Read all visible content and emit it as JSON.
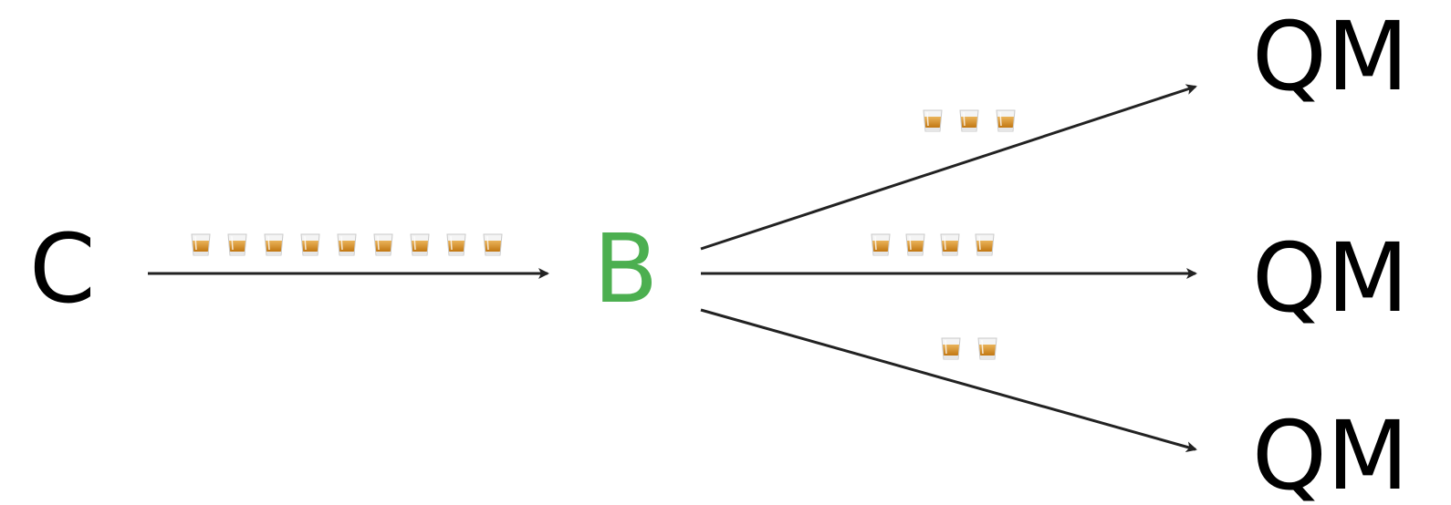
{
  "nodes": {
    "source": {
      "label": "C",
      "color": "#000000"
    },
    "hub": {
      "label": "B",
      "color": "#4caf50"
    },
    "targets": [
      {
        "label": "QM",
        "color": "#000000"
      },
      {
        "label": "QM",
        "color": "#000000"
      },
      {
        "label": "QM",
        "color": "#000000"
      }
    ]
  },
  "edges": [
    {
      "from": "C",
      "to": "B",
      "glass_count": 9
    },
    {
      "from": "B",
      "to": "QM",
      "glass_count": 3
    },
    {
      "from": "B",
      "to": "QM",
      "glass_count": 4
    },
    {
      "from": "B",
      "to": "QM",
      "glass_count": 2
    }
  ],
  "icons": {
    "glass": "whiskey-glass-icon"
  },
  "colors": {
    "arrow": "#222222",
    "liquid": "#d08a1e",
    "liquid_light": "#eab45a"
  }
}
